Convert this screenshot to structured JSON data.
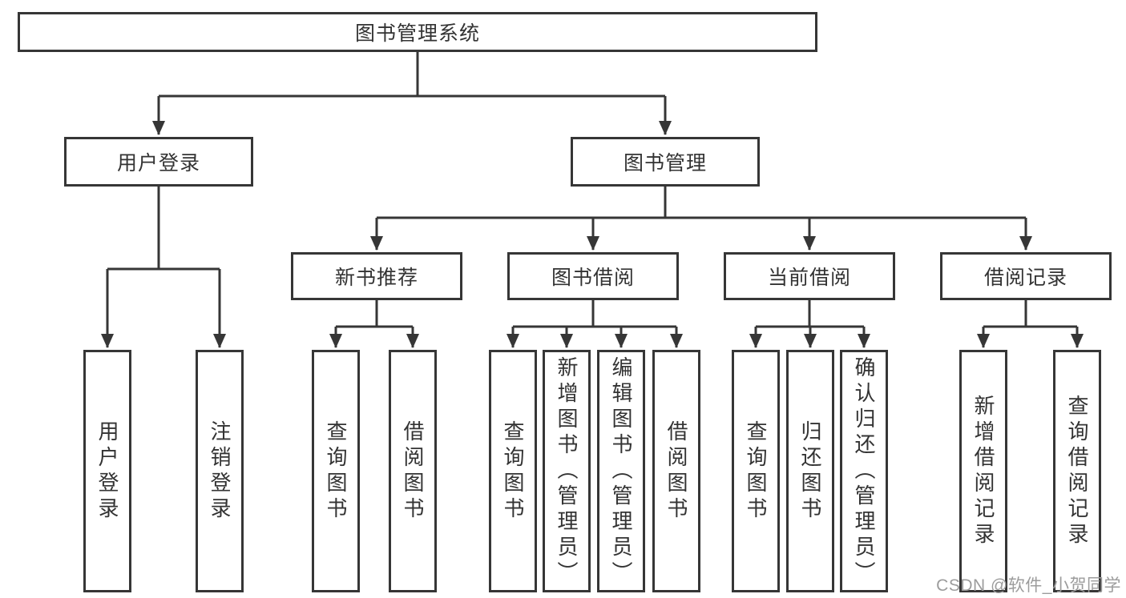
{
  "colors": {
    "outline": "#363636",
    "text": "#333333",
    "watermark": "#9c9c9c"
  },
  "diagram": {
    "root": {
      "label": "图书管理系统"
    },
    "branches": [
      {
        "label": "用户登录",
        "children": [
          {
            "label": "用户登录"
          },
          {
            "label": "注销登录"
          }
        ]
      },
      {
        "label": "图书管理",
        "children": [
          {
            "label": "新书推荐",
            "children": [
              {
                "label": "查询图书"
              },
              {
                "label": "借阅图书"
              }
            ]
          },
          {
            "label": "图书借阅",
            "children": [
              {
                "label": "查询图书"
              },
              {
                "label": "新增图书（管理员）"
              },
              {
                "label": "编辑图书（管理员）"
              },
              {
                "label": "借阅图书"
              }
            ]
          },
          {
            "label": "当前借阅",
            "children": [
              {
                "label": "查询图书"
              },
              {
                "label": "归还图书"
              },
              {
                "label": "确认归还（管理员）"
              }
            ]
          },
          {
            "label": "借阅记录",
            "children": [
              {
                "label": "新增借阅记录"
              },
              {
                "label": "查询借阅记录"
              }
            ]
          }
        ]
      }
    ]
  },
  "watermark": {
    "text": "CSDN @软件_小贺同学"
  }
}
